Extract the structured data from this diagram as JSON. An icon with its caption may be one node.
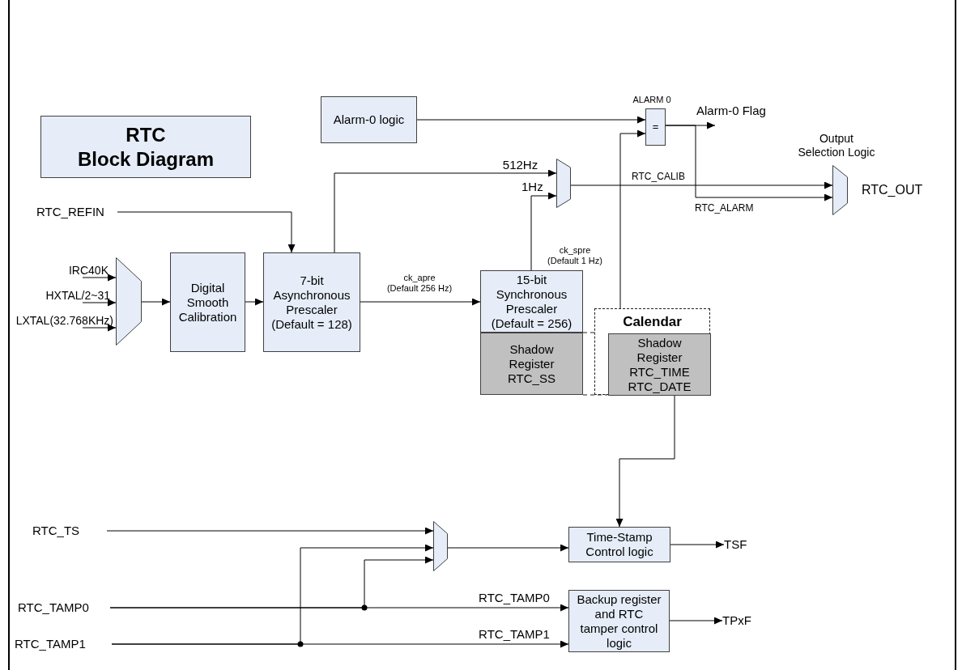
{
  "diagram": {
    "nodes": [
      {
        "text": [
          "RTC",
          "Block Diagram"
        ]
      },
      {
        "text": [
          "Alarm-0 logic"
        ]
      },
      {
        "text": [
          "ALARM 0",
          "="
        ]
      },
      {
        "text": [
          "Alarm-0 Flag"
        ]
      },
      {
        "text": [
          "Output Selection Logic"
        ],
        "beside": [
          "RTC_OUT"
        ]
      },
      {
        "text": [
          "RTC_REFIN"
        ]
      },
      {
        "text": [
          "IRC40K"
        ]
      },
      {
        "text": [
          "HXTAL/2~31"
        ]
      },
      {
        "text": [
          "LXTAL(32.768KHz)"
        ]
      },
      {
        "text": [],
        "shape": "trapezoid"
      },
      {
        "text": [
          "Digital Smooth Calibration"
        ]
      },
      {
        "text": [
          "7-bit Asynchronous Prescaler (Default = 128)"
        ]
      },
      {
        "text": [],
        "shape": "trapezoid"
      },
      {
        "text": [
          "15-bit Synchronous Prescaler (Default = 256)"
        ]
      },
      {
        "text": [
          "Shadow Register RTC_SS"
        ]
      },
      {
        "text": [
          "Calendar"
        ]
      },
      {
        "text": [
          "Shadow Register RTC_TIME RTC_DATE"
        ],
        "in": 15
      },
      {
        "text": [
          "RTC_TS"
        ]
      },
      {
        "text": [
          "RTC_TAMP0"
        ]
      },
      {
        "text": [
          "RTC_TAMP1"
        ]
      },
      {
        "text": [],
        "shape": "trapezoid"
      },
      {
        "text": [
          "Time-Stamp Control logic"
        ]
      },
      {
        "text": [
          "TSF"
        ]
      },
      {
        "text": [
          "Backup register and RTC tamper control logic"
        ]
      },
      {
        "text": [
          "TPxF"
        ]
      }
    ],
    "edges": [
      {
        "from": 1,
        "to": 2,
        "arrow": "to"
      },
      {
        "from": 15,
        "to": 2,
        "arrow": "to"
      },
      {
        "from": 2,
        "to": 3,
        "arrow": "to"
      },
      {
        "from": 2,
        "to": 4,
        "arrow": "to",
        "label": "RTC_ALARM"
      },
      {
        "from": 12,
        "to": 4,
        "arrow": "to",
        "label": "RTC_CALIB"
      },
      {
        "from": 5,
        "to": 11,
        "arrow": "to"
      },
      {
        "from": 6,
        "to": 9,
        "arrow": "to"
      },
      {
        "from": 7,
        "to": 9,
        "arrow": "to"
      },
      {
        "from": 8,
        "to": 9,
        "arrow": "to"
      },
      {
        "from": 9,
        "to": 10,
        "arrow": "to"
      },
      {
        "from": 10,
        "to": 11,
        "arrow": "to"
      },
      {
        "from": 11,
        "to": 12,
        "arrow": "to",
        "label": "512Hz"
      },
      {
        "from": 11,
        "to": 13,
        "arrow": "to",
        "label": "ck_apre (Default 256 Hz)"
      },
      {
        "from": 13,
        "to": 12,
        "arrow": "to",
        "label": "ck_spre (Default 1 Hz)"
      },
      {
        "from": 16,
        "to": 21,
        "arrow": "to"
      },
      {
        "from": 17,
        "to": 20,
        "arrow": "to"
      },
      {
        "from": 18,
        "to": 20,
        "arrow": "to"
      },
      {
        "from": 19,
        "to": 20,
        "arrow": "to"
      },
      {
        "from": 18,
        "to": 23,
        "arrow": "to",
        "label": "RTC_TAMP0"
      },
      {
        "from": 19,
        "to": 23,
        "arrow": "to",
        "label": "RTC_TAMP1"
      },
      {
        "from": 20,
        "to": 21,
        "arrow": "to"
      },
      {
        "from": 21,
        "to": 22,
        "arrow": "to"
      },
      {
        "from": 23,
        "to": 24,
        "arrow": "to"
      }
    ],
    "labels": [
      "1Hz"
    ]
  }
}
